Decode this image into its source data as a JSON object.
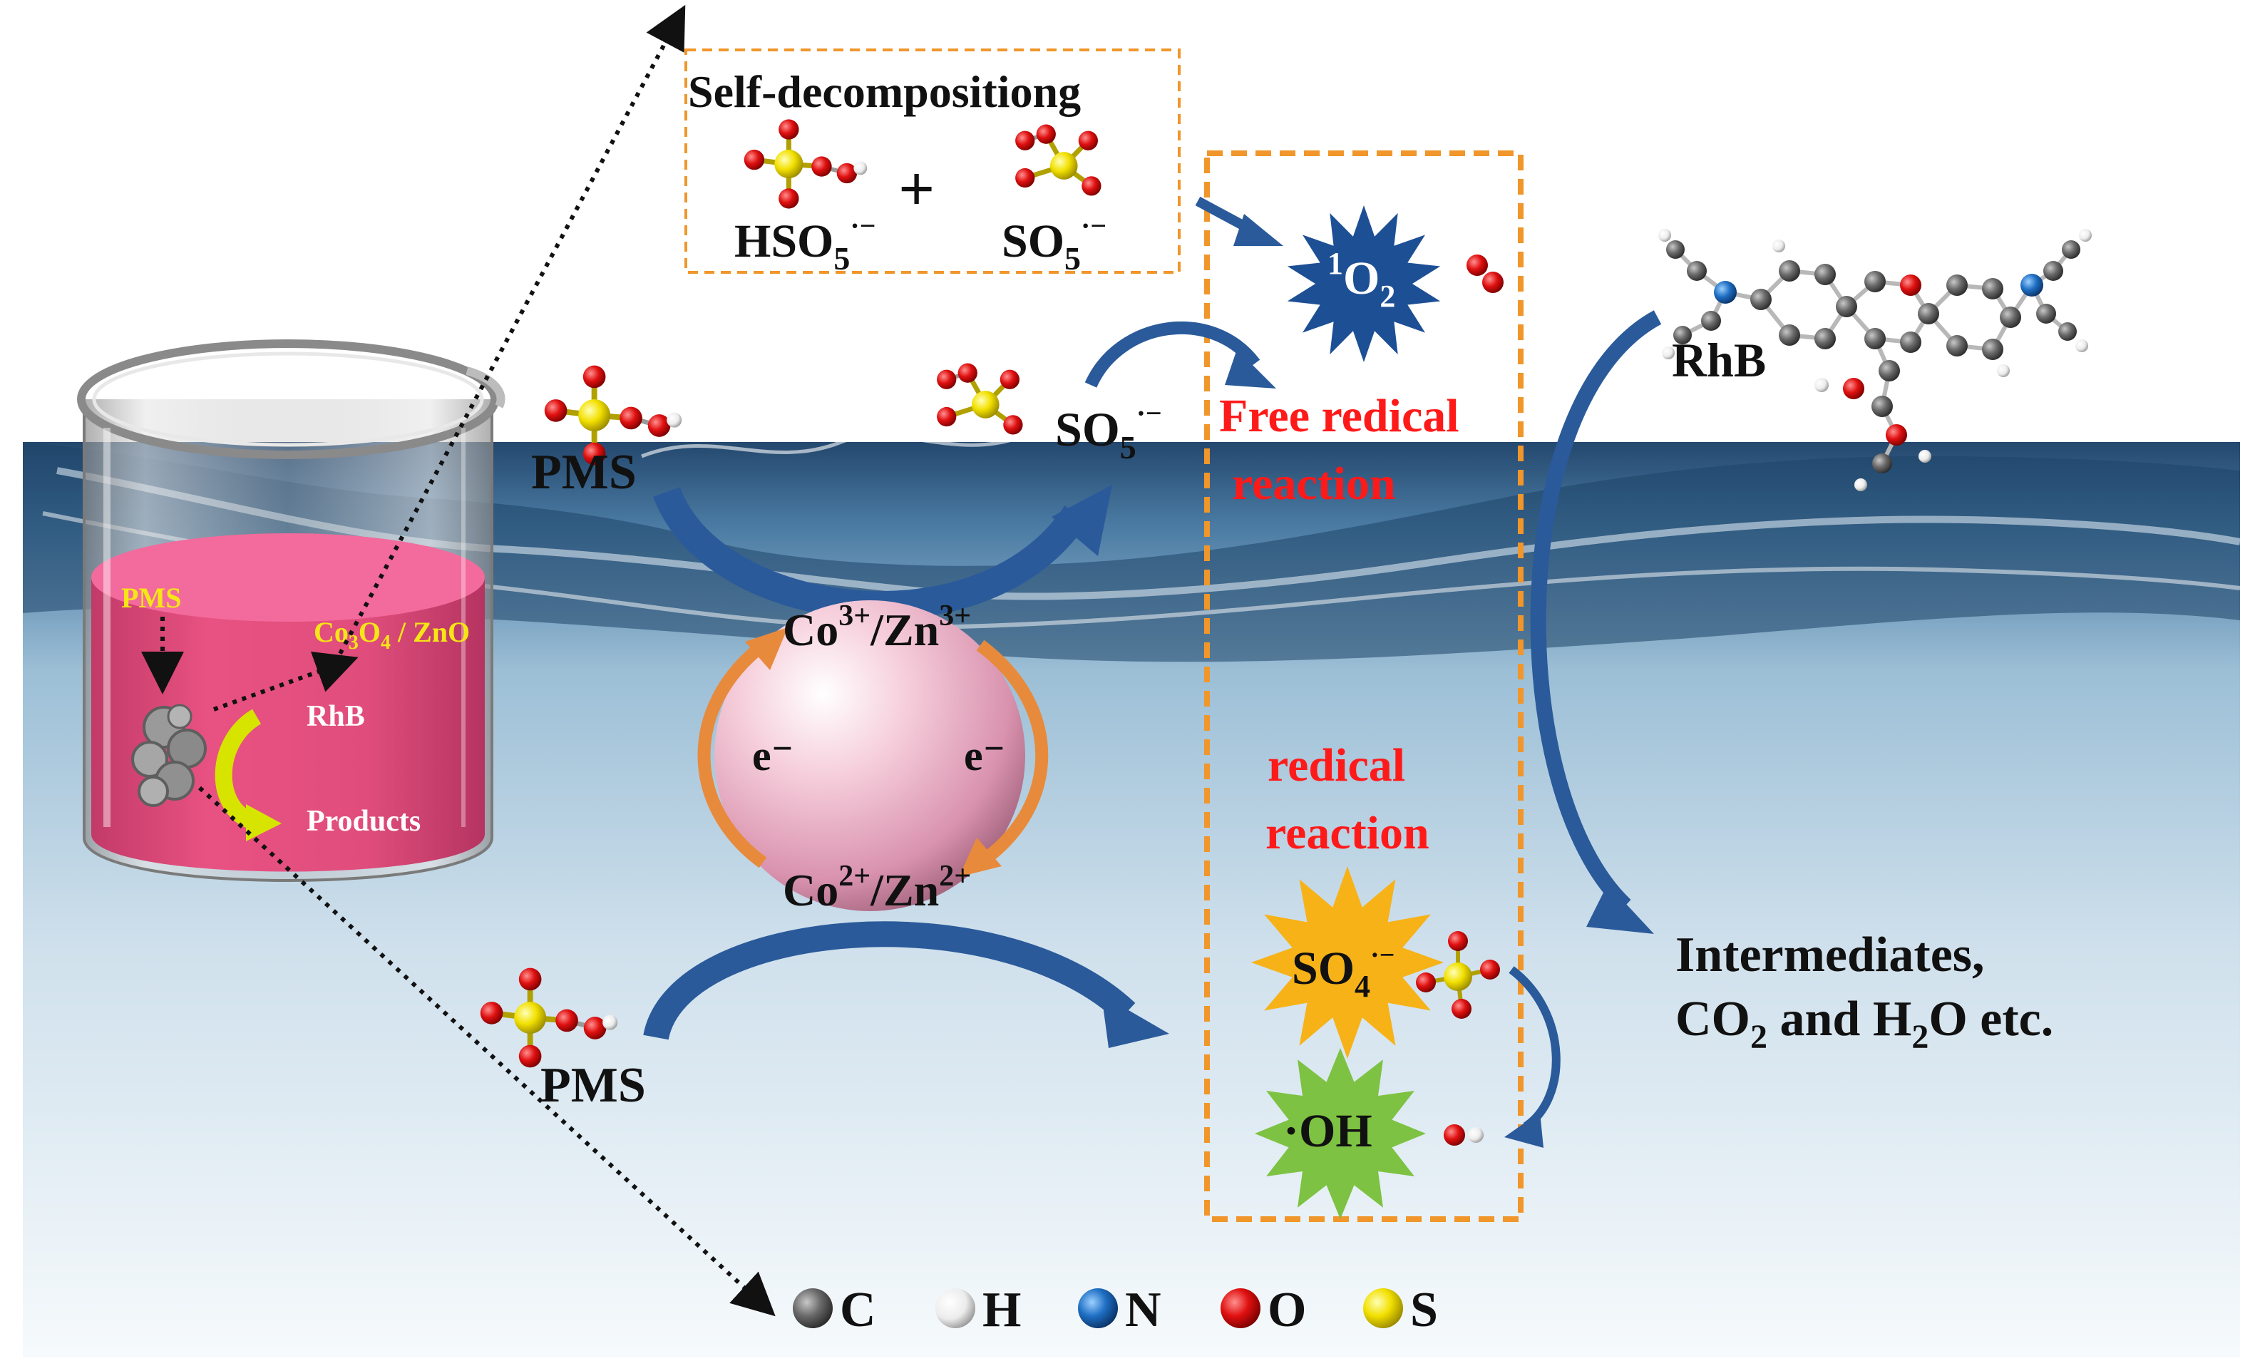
{
  "beaker": {
    "pms_label": "PMS",
    "catalyst_label_main": "Co",
    "catalyst_sub_1": "3",
    "catalyst_mid": "O",
    "catalyst_sub_2": "4",
    "catalyst_tail": " / ZnO",
    "rhb_label": "RhB",
    "products_label": "Products"
  },
  "self_decomposition": {
    "title": "Self-decompositiong",
    "plus": "+",
    "hso5_base": "HSO",
    "hso5_sub": "5",
    "hso5_sup": "·−",
    "so5_base": "SO",
    "so5_sub": "5",
    "so5_sup": "·−"
  },
  "pms_top": "PMS",
  "pms_bottom": "PMS",
  "so5_mid": {
    "base": "SO",
    "sub": "5",
    "sup": "·−"
  },
  "catalyst": {
    "top_co": "Co",
    "top_co_sup": "3+",
    "top_sep": "/Zn",
    "top_zn_sup": "3+",
    "bottom_co": "Co",
    "bottom_co_sup": "2+",
    "bottom_sep": "/Zn",
    "bottom_zn_sup": "2+",
    "electron_left": "e⁻",
    "electron_right": "e⁻"
  },
  "reactions": {
    "singlet_oxygen_sup": "1",
    "singlet_oxygen_base": "O",
    "singlet_oxygen_sub": "2",
    "free_radical_line1": "Free redical",
    "free_radical_line2": "reaction",
    "radical_line1": "redical",
    "radical_line2": "reaction",
    "sulfate_base": "SO",
    "sulfate_sub": "4",
    "sulfate_sup": "·−",
    "hydroxyl": "·OH"
  },
  "rhb_label": "RhB",
  "output": {
    "line1": "Intermediates,",
    "line2_co": "CO",
    "line2_sub": "2",
    "line2_and": " and H",
    "line2_sub2": "2",
    "line2_tail": "O etc."
  },
  "legend": [
    {
      "symbol": "C",
      "color": "#555555"
    },
    {
      "symbol": "H",
      "color": "#f2f2f2"
    },
    {
      "symbol": "N",
      "color": "#1f6fc4"
    },
    {
      "symbol": "O",
      "color": "#e01010"
    },
    {
      "symbol": "S",
      "color": "#f2e000"
    }
  ],
  "colors": {
    "arrow_blue": "#2a5a9a",
    "arrow_orange": "#e88a3c",
    "box_orange": "#f0962a",
    "red_text": "#ff1a1a",
    "yellow_text": "#f5e616",
    "singlet_star": "#1d4f95",
    "sulfate_star": "#f7b218",
    "hydroxyl_star": "#7dc242",
    "liquid": "#e85282",
    "sphere": "#efb4c8"
  }
}
